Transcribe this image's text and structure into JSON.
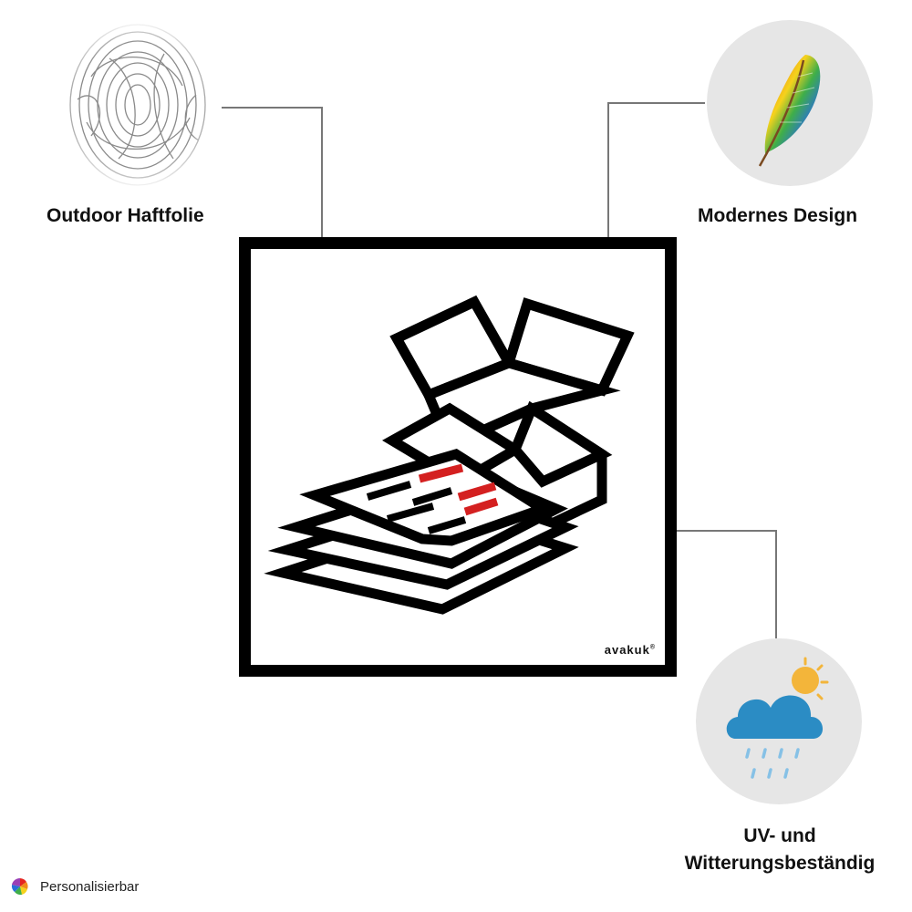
{
  "features": {
    "outdoor_haftfolie": {
      "label": "Outdoor Haftfolie",
      "icon": "fingerprint-texture-icon"
    },
    "modernes_design": {
      "label": "Modernes Design",
      "icon": "rainbow-feather-icon"
    },
    "uv_witterung": {
      "label_line1": "UV- und",
      "label_line2": "Witterungsbeständig",
      "icon": "weather-cloud-rain-sun-icon"
    }
  },
  "sign": {
    "brand": "avakuk",
    "brand_mark": "®",
    "pictogram": "paper-and-cardboard-recycling-icon",
    "accent_color": "#d42020"
  },
  "footer": {
    "label": "Personalisierbar",
    "icon": "color-pinwheel-icon"
  },
  "colors": {
    "connector": "#777777",
    "circle_bg": "#e6e6e6",
    "cloud": "#2b8cc4",
    "sun": "#f3b53a"
  }
}
